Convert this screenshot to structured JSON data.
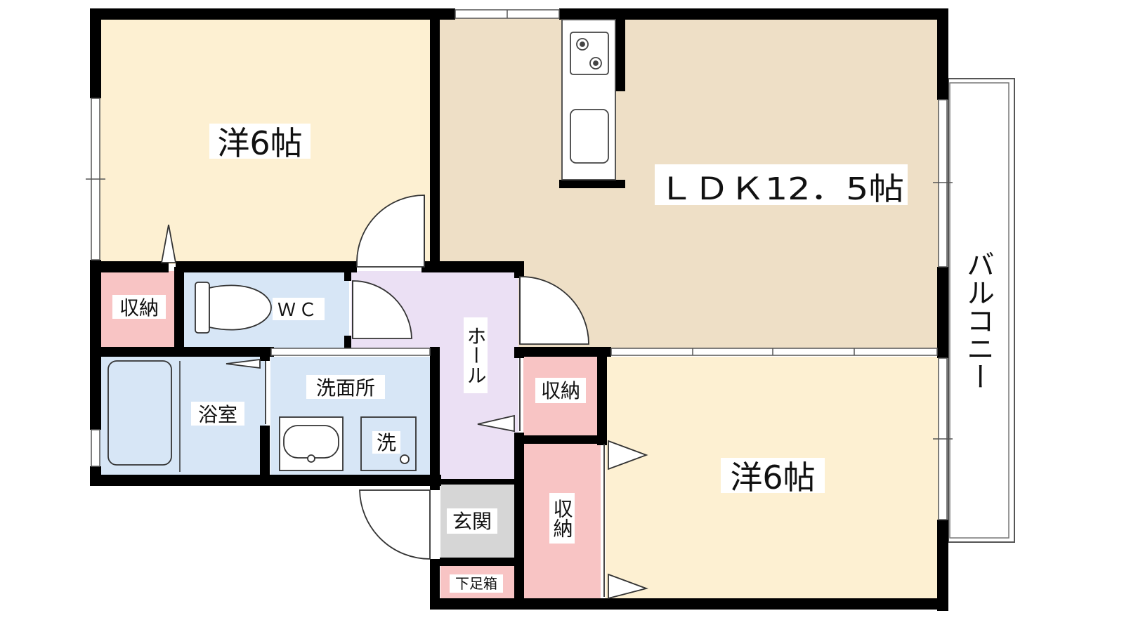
{
  "rooms": {
    "western_room_top": {
      "label": "洋6帖"
    },
    "ldk": {
      "label": "ＬＤＫ12．5帖"
    },
    "western_room_bottom": {
      "label": "洋6帖"
    },
    "storage_left": {
      "label": "収納"
    },
    "wc": {
      "label": "ＷＣ"
    },
    "bathroom": {
      "label": "浴室"
    },
    "washroom": {
      "label": "洗面所"
    },
    "washer": {
      "label": "洗"
    },
    "hall": {
      "label": "ホール"
    },
    "storage_mid": {
      "label": "収納"
    },
    "storage_tall": {
      "label": "収納"
    },
    "entrance": {
      "label": "玄関"
    },
    "shoe_box": {
      "label": "下足箱"
    },
    "balcony": {
      "label": "バルコニー"
    }
  },
  "colors": {
    "western_room": "#fdf0d2",
    "ldk": "#eedfc6",
    "wet_area": "#d7e6f6",
    "storage": "#f8c4c4",
    "hall": "#ebe0f4",
    "entrance": "#d6d6d6",
    "wall": "#000000"
  }
}
